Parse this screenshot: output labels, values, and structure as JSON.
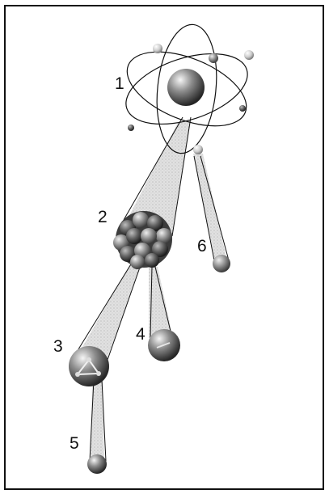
{
  "labels": {
    "atom": "1",
    "nucleus": "2",
    "proton": "3",
    "neutron": "4",
    "quark": "5",
    "electron": "6"
  },
  "colors": {
    "stroke": "#111111",
    "beam": "#cfcfcf",
    "sphere_light": "#f2f2f2",
    "sphere_mid": "#8a8a8a",
    "sphere_dark": "#2e2e2e",
    "electron_light": "#e8e8e8"
  }
}
